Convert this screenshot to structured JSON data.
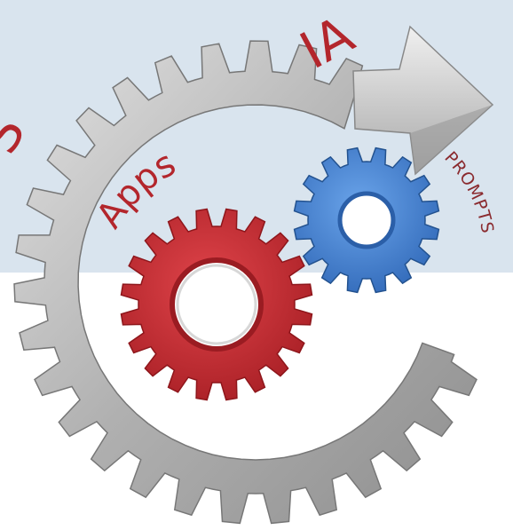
{
  "image": {
    "colors": {
      "background_top": "#d9e4ee",
      "background_bottom": "#ffffff",
      "ring_gear": "#a8a8a8",
      "red_gear": "#c0282f",
      "blue_gear": "#3f7fd0",
      "text_red": "#b3262c"
    },
    "labels": {
      "top_text": "IA",
      "side_text": "S",
      "apps": "Apps",
      "prompts": "PROMPTS"
    },
    "icons": [
      "arrow-ring-gear-icon",
      "red-gear-icon",
      "blue-gear-icon"
    ]
  }
}
